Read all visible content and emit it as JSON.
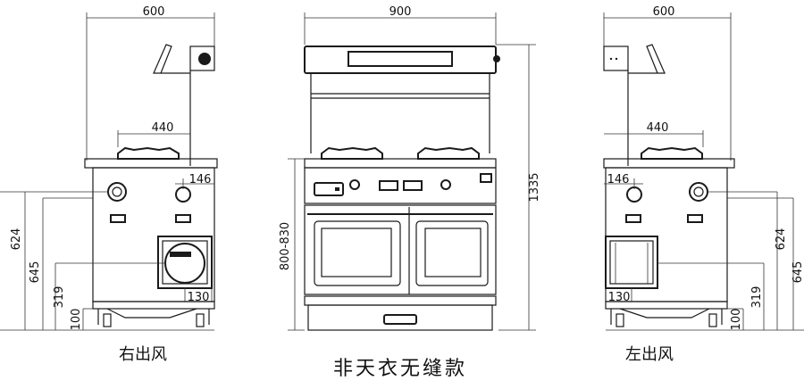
{
  "title": "非天衣无缝款",
  "views": {
    "right": {
      "caption": "右出风",
      "dims": {
        "width": "600",
        "depth": "440",
        "knob": "146",
        "vent": "130",
        "h624": "624",
        "h645": "645",
        "h319": "319",
        "h100": "100"
      }
    },
    "front": {
      "dims": {
        "width": "900",
        "height": "1335",
        "counter": "800-830"
      }
    },
    "left": {
      "caption": "左出风",
      "dims": {
        "width": "600",
        "depth": "440",
        "knob": "146",
        "vent": "130",
        "h624": "624",
        "h645": "645",
        "h319": "319",
        "h100": "100"
      }
    }
  }
}
